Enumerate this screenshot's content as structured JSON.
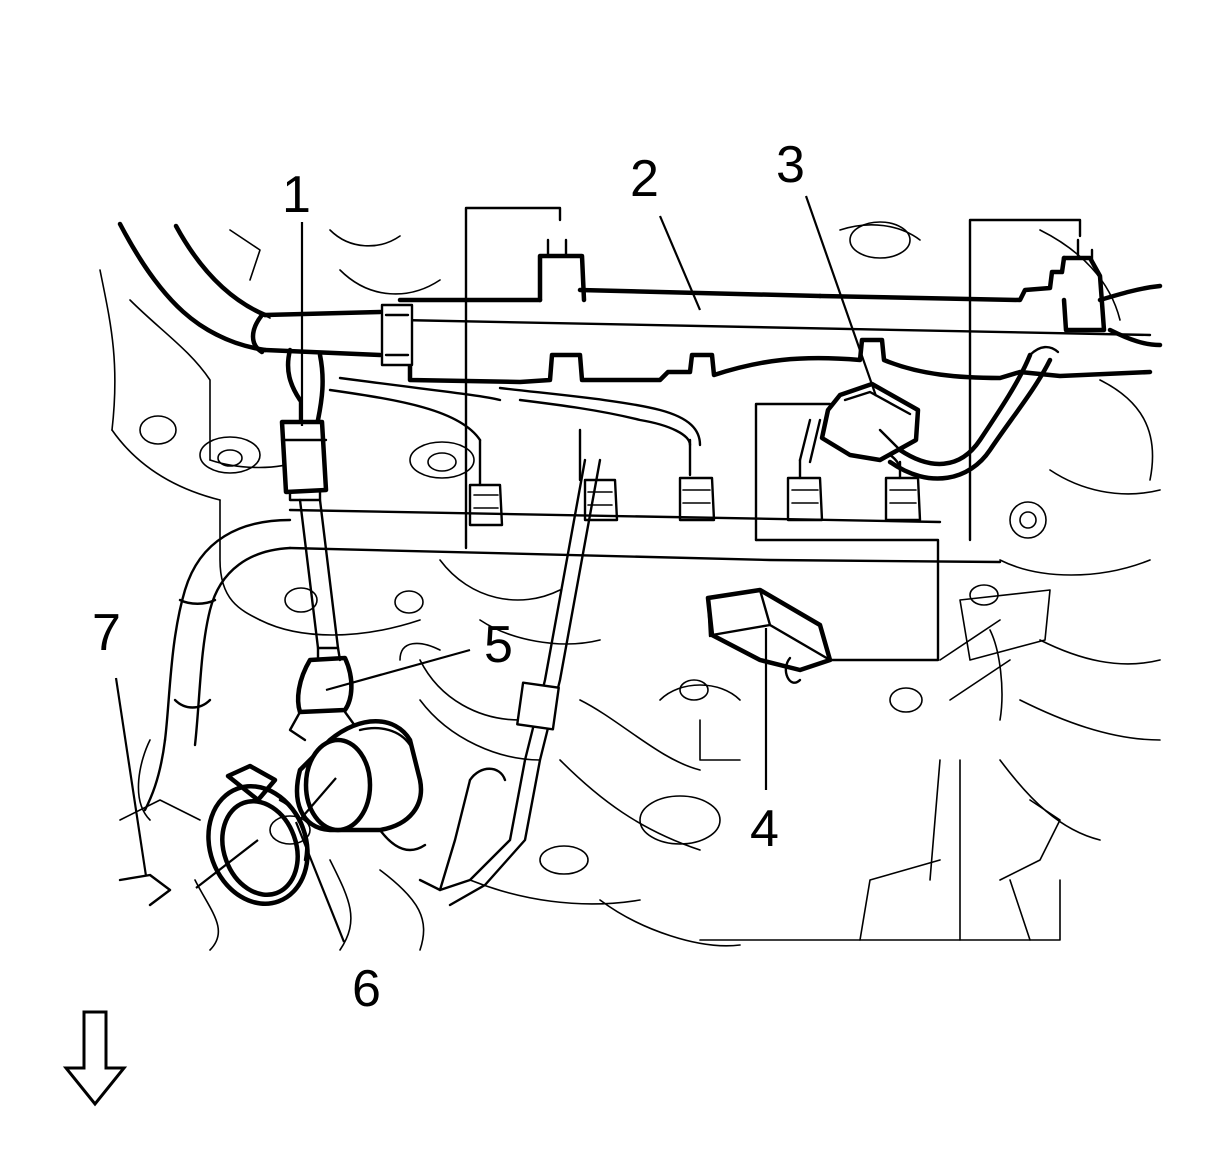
{
  "diagram": {
    "callouts": [
      {
        "id": "1",
        "label": "1"
      },
      {
        "id": "2",
        "label": "2"
      },
      {
        "id": "3",
        "label": "3"
      },
      {
        "id": "4",
        "label": "4"
      },
      {
        "id": "5",
        "label": "5"
      },
      {
        "id": "6",
        "label": "6"
      },
      {
        "id": "7",
        "label": "7"
      }
    ],
    "direction_arrow_icon": "down-arrow-icon"
  }
}
